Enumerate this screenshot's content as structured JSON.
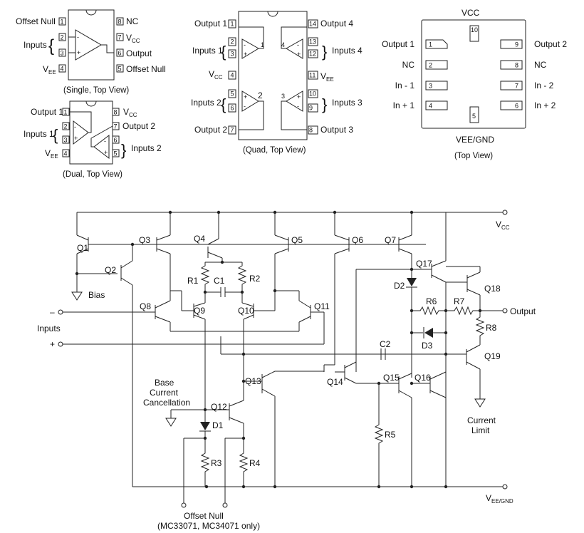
{
  "single": {
    "left_labels": [
      "Offset Null",
      "Inputs",
      "",
      "V",
      "EE"
    ],
    "pin1": "Offset Null",
    "pin1n": "1",
    "inputs": "Inputs",
    "pin2n": "2",
    "pin3n": "3",
    "vee_v": "V",
    "vee_sub": "EE",
    "pin4n": "4",
    "pin8": "NC",
    "pin8n": "8",
    "vcc_v": "V",
    "vcc_sub": "CC",
    "pin7n": "7",
    "pin6": "Output",
    "pin6n": "6",
    "pin5": "Offset Null",
    "pin5n": "5",
    "caption": "(Single, Top View)"
  },
  "dual": {
    "out1": "Output 1",
    "p1": "1",
    "inputs1": "Inputs 1",
    "p2": "2",
    "p3": "3",
    "vee_v": "V",
    "vee_sub": "EE",
    "p4": "4",
    "vcc_v": "V",
    "vcc_sub": "CC",
    "p8": "8",
    "out2": "Output 2",
    "p7": "7",
    "inputs2": "Inputs 2",
    "p6": "6",
    "p5": "5",
    "caption": "(Dual, Top View)"
  },
  "quad": {
    "out1": "Output 1",
    "inputs1": "Inputs 1",
    "vcc_v": "V",
    "vcc_sub": "CC",
    "inputs2": "Inputs 2",
    "out2": "Output 2",
    "out4": "Output 4",
    "inputs4": "Inputs 4",
    "vee_v": "V",
    "vee_sub": "EE",
    "inputs3": "Inputs 3",
    "out3": "Output 3",
    "left_pins": [
      "1",
      "2",
      "3",
      "4",
      "5",
      "6",
      "7"
    ],
    "right_pins": [
      "14",
      "13",
      "12",
      "11",
      "10",
      "9",
      "8"
    ],
    "amp1": "1",
    "amp2": "2",
    "amp3": "3",
    "amp4": "4",
    "caption": "(Quad, Top View)"
  },
  "dfn": {
    "vcc": "VCC",
    "pin10": "10",
    "left": [
      "Output 1",
      "NC",
      "In - 1",
      "In + 1"
    ],
    "left_pins": [
      "1",
      "2",
      "3",
      "4"
    ],
    "right": [
      "Output 2",
      "NC",
      "In - 2",
      "In + 2"
    ],
    "right_pins": [
      "9",
      "8",
      "7",
      "6"
    ],
    "pin5": "5",
    "vee": "VEE/GND",
    "caption": "(Top View)"
  },
  "schematic": {
    "vcc_v": "V",
    "vcc_sub": "CC",
    "vee_v": "V",
    "vee_sub": "EE/GND",
    "transistors": [
      "Q1",
      "Q2",
      "Q3",
      "Q4",
      "Q5",
      "Q6",
      "Q7",
      "Q8",
      "Q9",
      "Q10",
      "Q11",
      "Q12",
      "Q13",
      "Q14",
      "Q15",
      "Q16",
      "Q17",
      "Q18",
      "Q19"
    ],
    "resistors": [
      "R1",
      "R2",
      "R3",
      "R4",
      "R5",
      "R6",
      "R7",
      "R8"
    ],
    "caps": [
      "C1",
      "C2"
    ],
    "diodes": [
      "D1",
      "D2",
      "D3"
    ],
    "bias": "Bias",
    "inputs": "Inputs",
    "minus": "–",
    "plus": "+",
    "output": "Output",
    "current_limit_1": "Current",
    "current_limit_2": "Limit",
    "base_1": "Base",
    "base_2": "Current",
    "base_3": "Cancellation",
    "offset_null": "Offset Null",
    "offset_note": "(MC33071, MC34071 only)"
  }
}
